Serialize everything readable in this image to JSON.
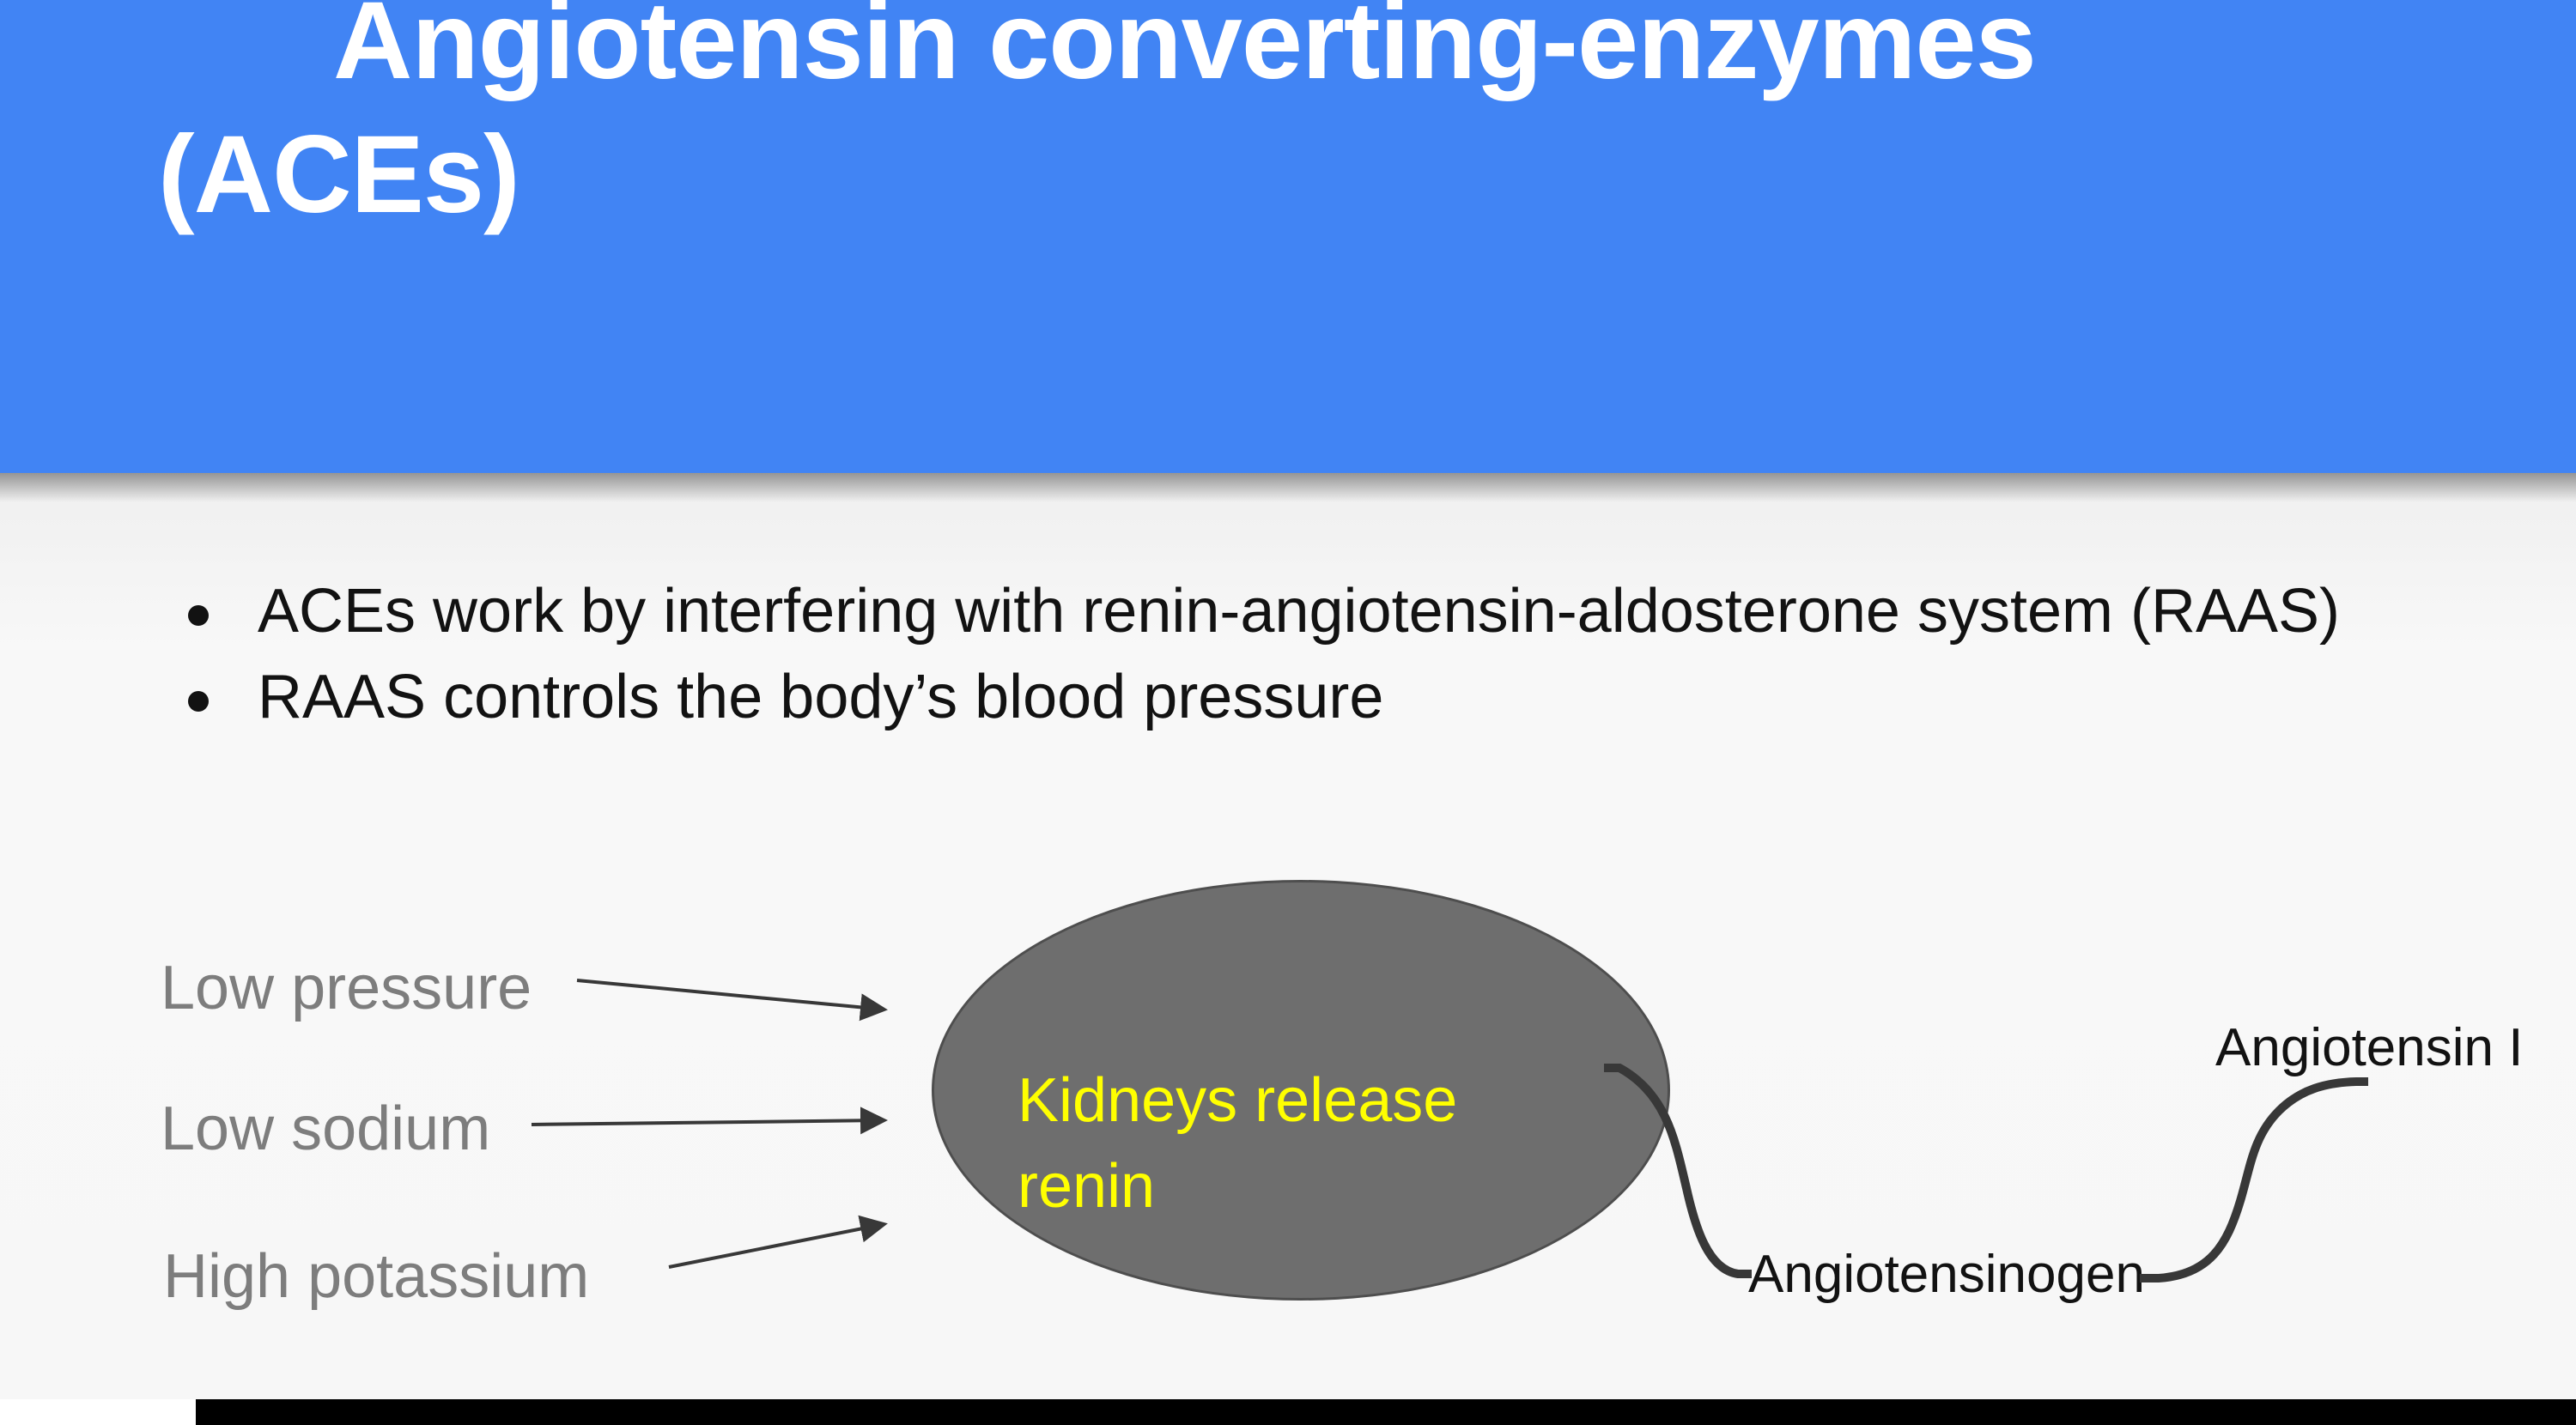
{
  "slide": {
    "title_lines": [
      "Angiotensin converting-enzymes",
      "(ACEs)"
    ],
    "bullets": [
      "ACEs work by interfering with renin-angiotensin-aldosterone system (RAAS)",
      "RAAS controls the body’s blood pressure"
    ],
    "diagram": {
      "triggers": [
        "Low pressure",
        "Low sodium",
        "High potassium"
      ],
      "ellipse_label_lines": [
        "Kidneys release",
        "renin"
      ],
      "angiotensinogen_label": "Angiotensinogen",
      "angiotensin_i_label": "Angiotensin I"
    },
    "colors": {
      "header_blue": "#4184f4",
      "background": "#f7f7f7",
      "title_text": "#ffffff",
      "body_text": "#121212",
      "muted_label": "#7d7d7d",
      "ellipse_fill": "#6e6e6e",
      "ellipse_border": "#4e4e4e",
      "highlight_yellow": "#ffff00",
      "connector": "#383838",
      "bottom_bar": "#000000"
    }
  }
}
